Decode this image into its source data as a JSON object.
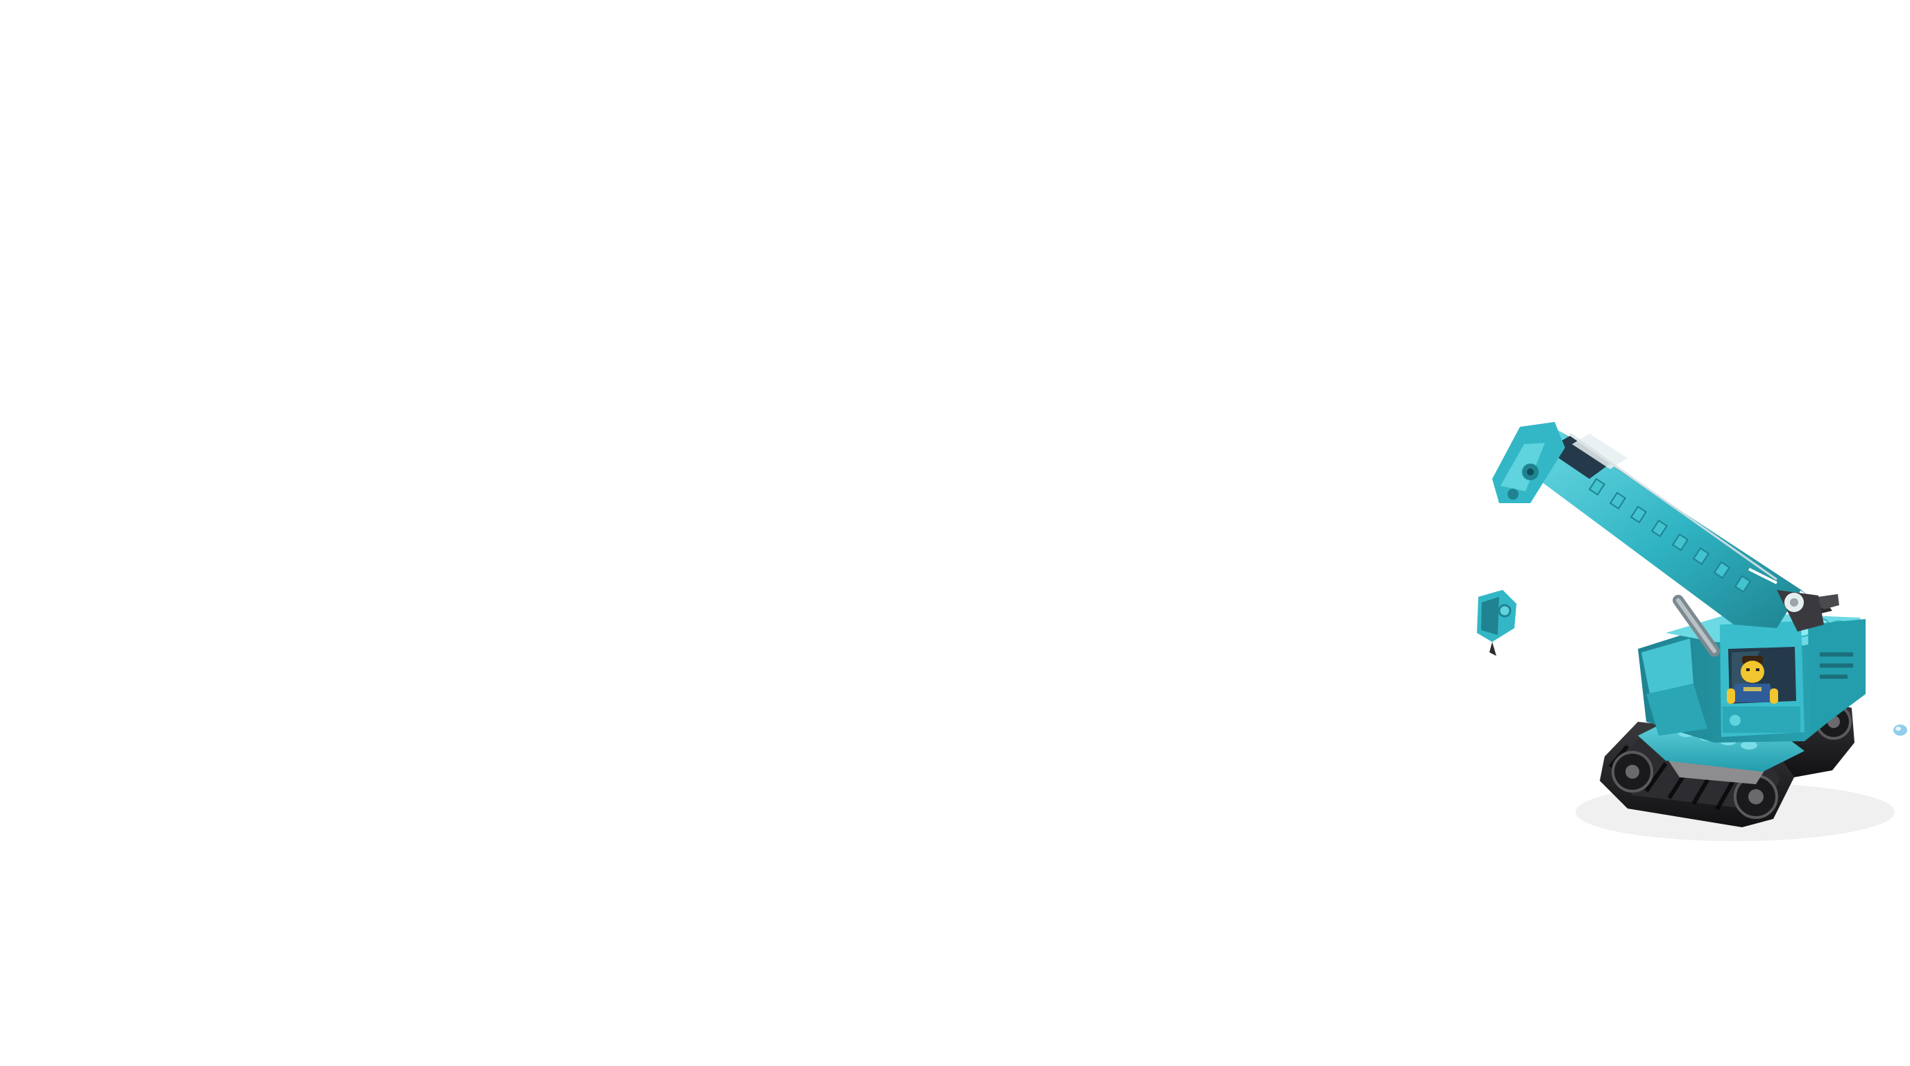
{
  "scene": {
    "background": "#ffffff",
    "subject": "toy-crawler-crane",
    "colors": {
      "teal_light": "#5fd3de",
      "teal": "#2fb3c2",
      "teal_dark": "#1f8391",
      "teal_shadow": "#16606b",
      "track_black": "#1b1b1d",
      "track_grey": "#4a4a4e",
      "window_dark": "#243a4a",
      "figure_yellow": "#f2c62e",
      "figure_blue": "#2f5d9a",
      "figure_hair": "#3b2412",
      "cable_grey": "#9aa4aa",
      "stone_grey": "#9a9a9a"
    },
    "icons": [
      "crane-boom",
      "crane-hook",
      "crane-cab",
      "crane-tracks",
      "operator-minifigure",
      "water-droplet"
    ]
  }
}
